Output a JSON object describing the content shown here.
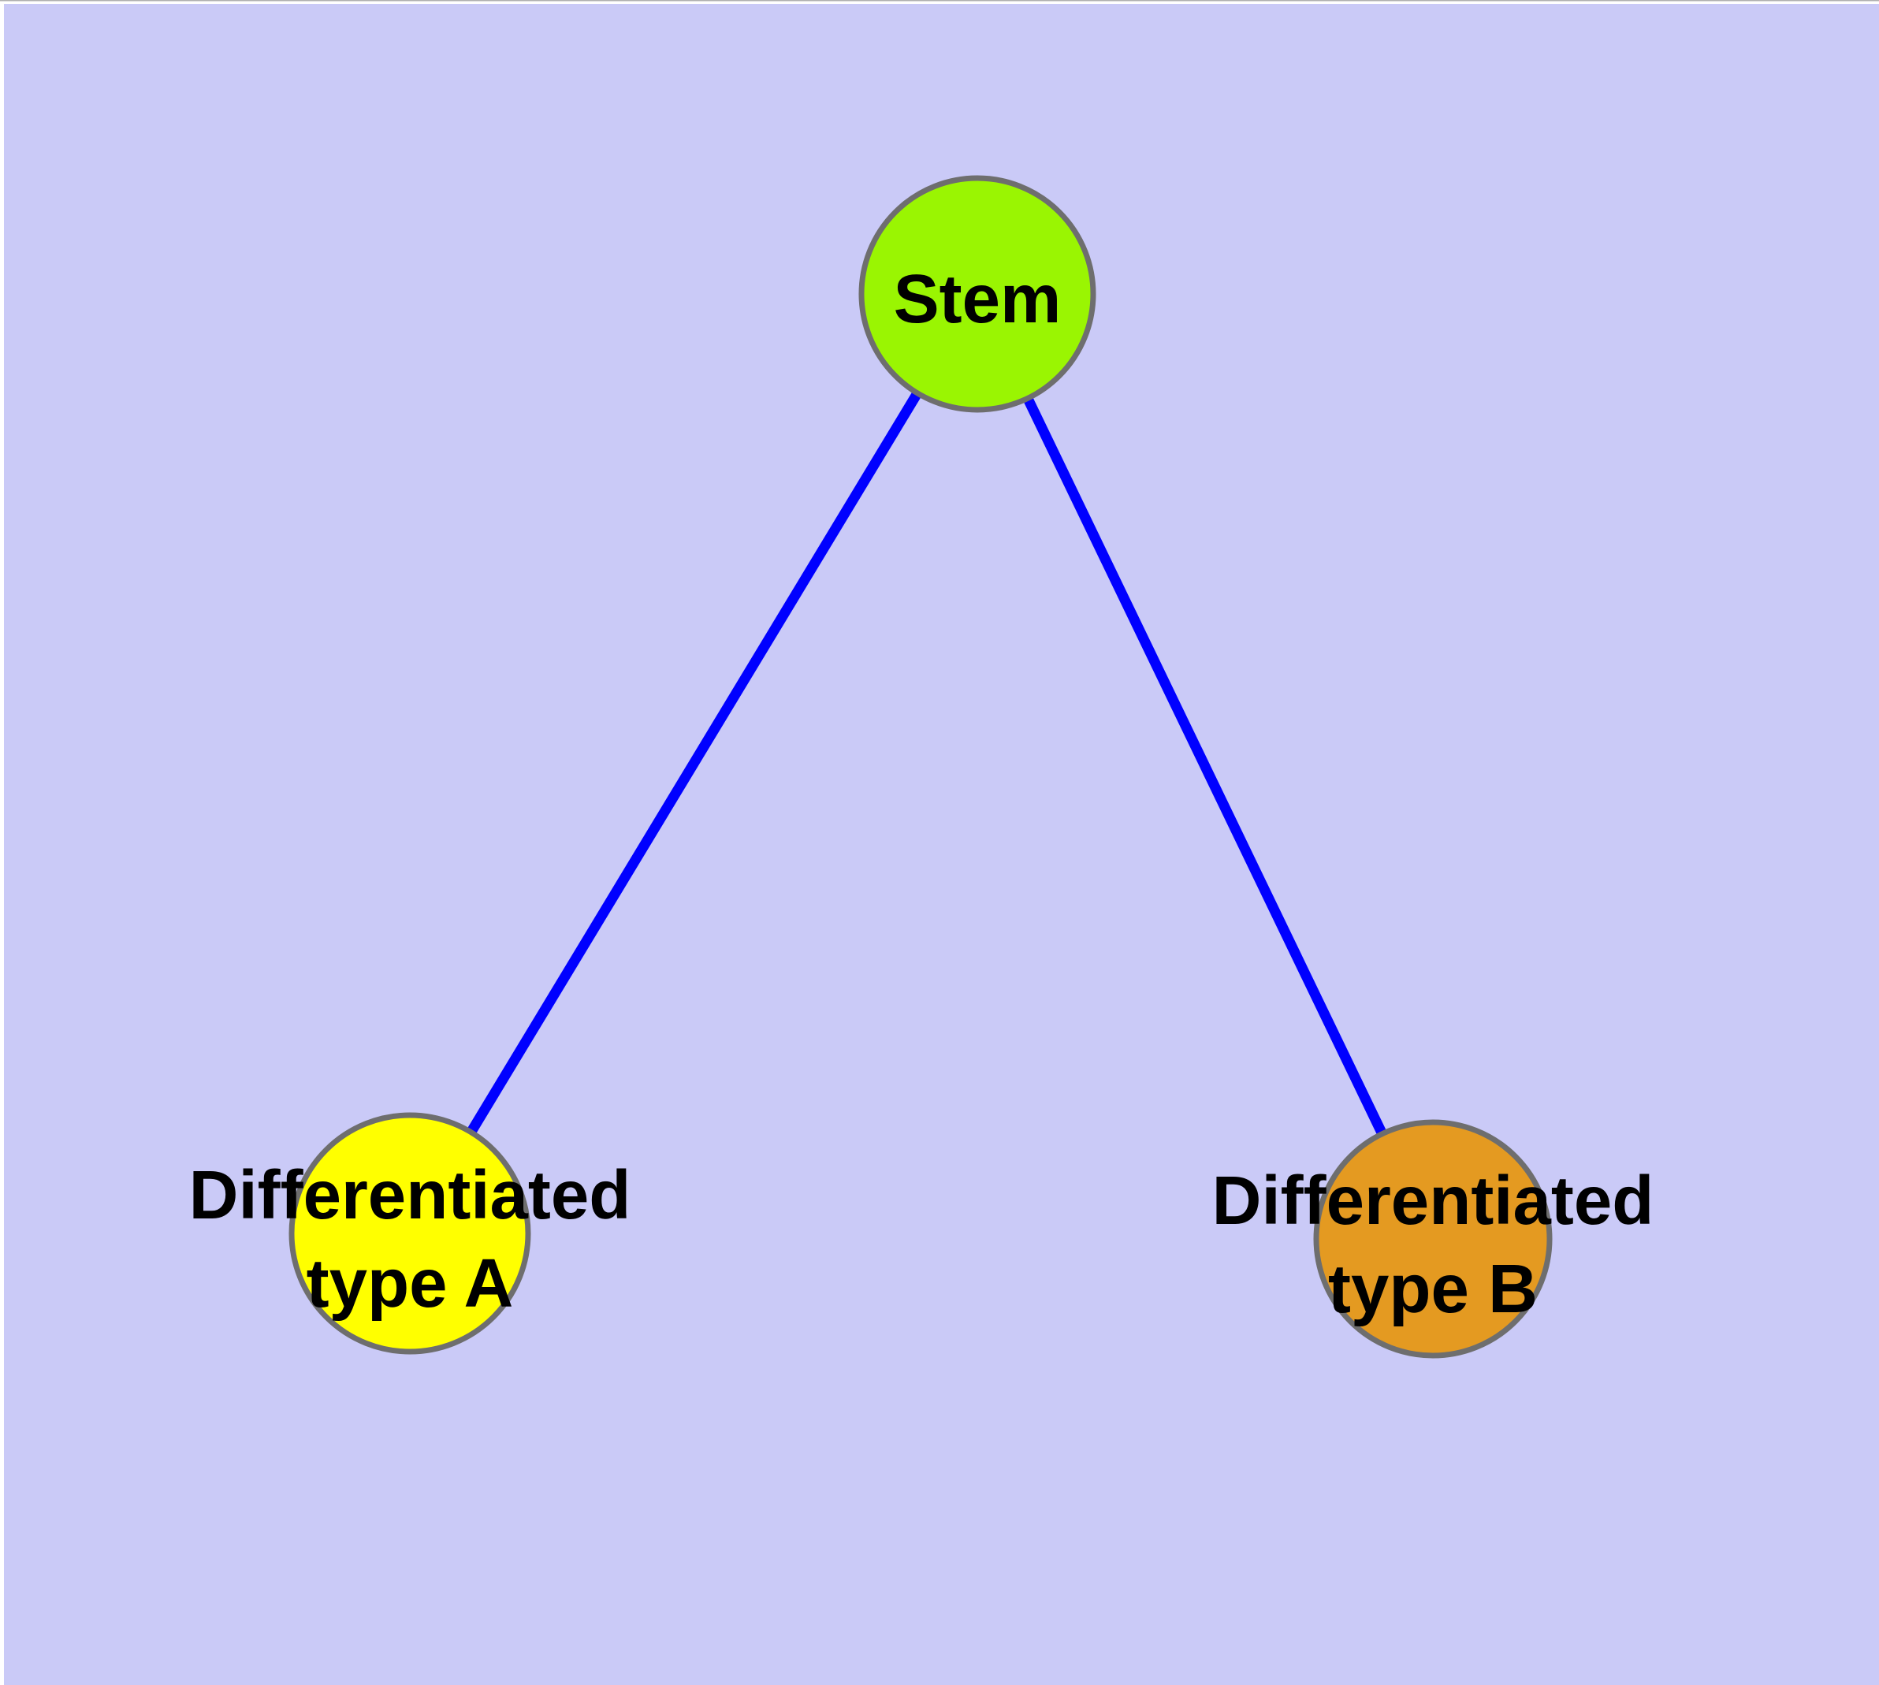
{
  "diagram": {
    "background_color": "#CACAF7",
    "page_margin_color": "#FFFFFF",
    "page_margin_line_color": "#B0B0B0",
    "edge_color": "#0000FF",
    "node_border_color": "#6E6E6E",
    "nodes": [
      {
        "id": "stem",
        "label": "Stem",
        "fill": "#9AF502"
      },
      {
        "id": "differentiated-type-a",
        "label_line1": "Differentiated",
        "label_line2": "type A",
        "fill": "#FFFF00"
      },
      {
        "id": "differentiated-type-b",
        "label_line1": "Differentiated",
        "label_line2": "type B",
        "fill": "#E49A21"
      }
    ],
    "edges": [
      {
        "from": "stem",
        "to": "differentiated-type-a"
      },
      {
        "from": "stem",
        "to": "differentiated-type-b"
      }
    ]
  }
}
